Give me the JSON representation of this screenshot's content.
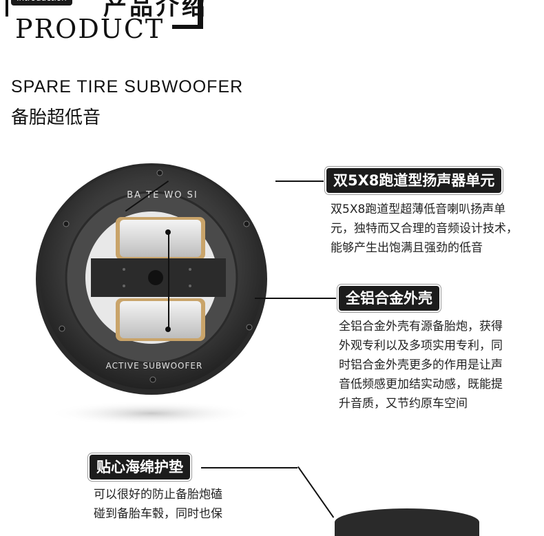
{
  "header": {
    "intro_tag": "Introduction",
    "cn_title": "产品介绍",
    "product": "PRODUCT"
  },
  "subtitle": {
    "en": "SPARE TIRE SUBWOOFER",
    "cn": "备胎超低音"
  },
  "product_image": {
    "top_text": "BA TE WO SI",
    "bottom_text": "ACTIVE SUBWOOFER"
  },
  "features": [
    {
      "title": "双5X8跑道型扬声器单元",
      "desc_lines": [
        "双5X8跑道型超薄低音喇叭扬声单",
        "元，独特而又合理的音频设计技术，",
        "能够产生出饱满且强劲的低音"
      ]
    },
    {
      "title": "全铝合金外壳",
      "desc_lines": [
        "全铝合金外壳有源备胎炮，获得",
        "外观专利以及多项实用专利，同",
        "时铝合金外壳更多的作用是让声",
        "音低频感更加结实动感，既能提",
        "升音质，又节约原车空间"
      ]
    },
    {
      "title": "贴心海绵护垫",
      "desc_lines": [
        "可以很好的防止备胎炮磕",
        "碰到备胎车毂，同时也保"
      ]
    }
  ]
}
